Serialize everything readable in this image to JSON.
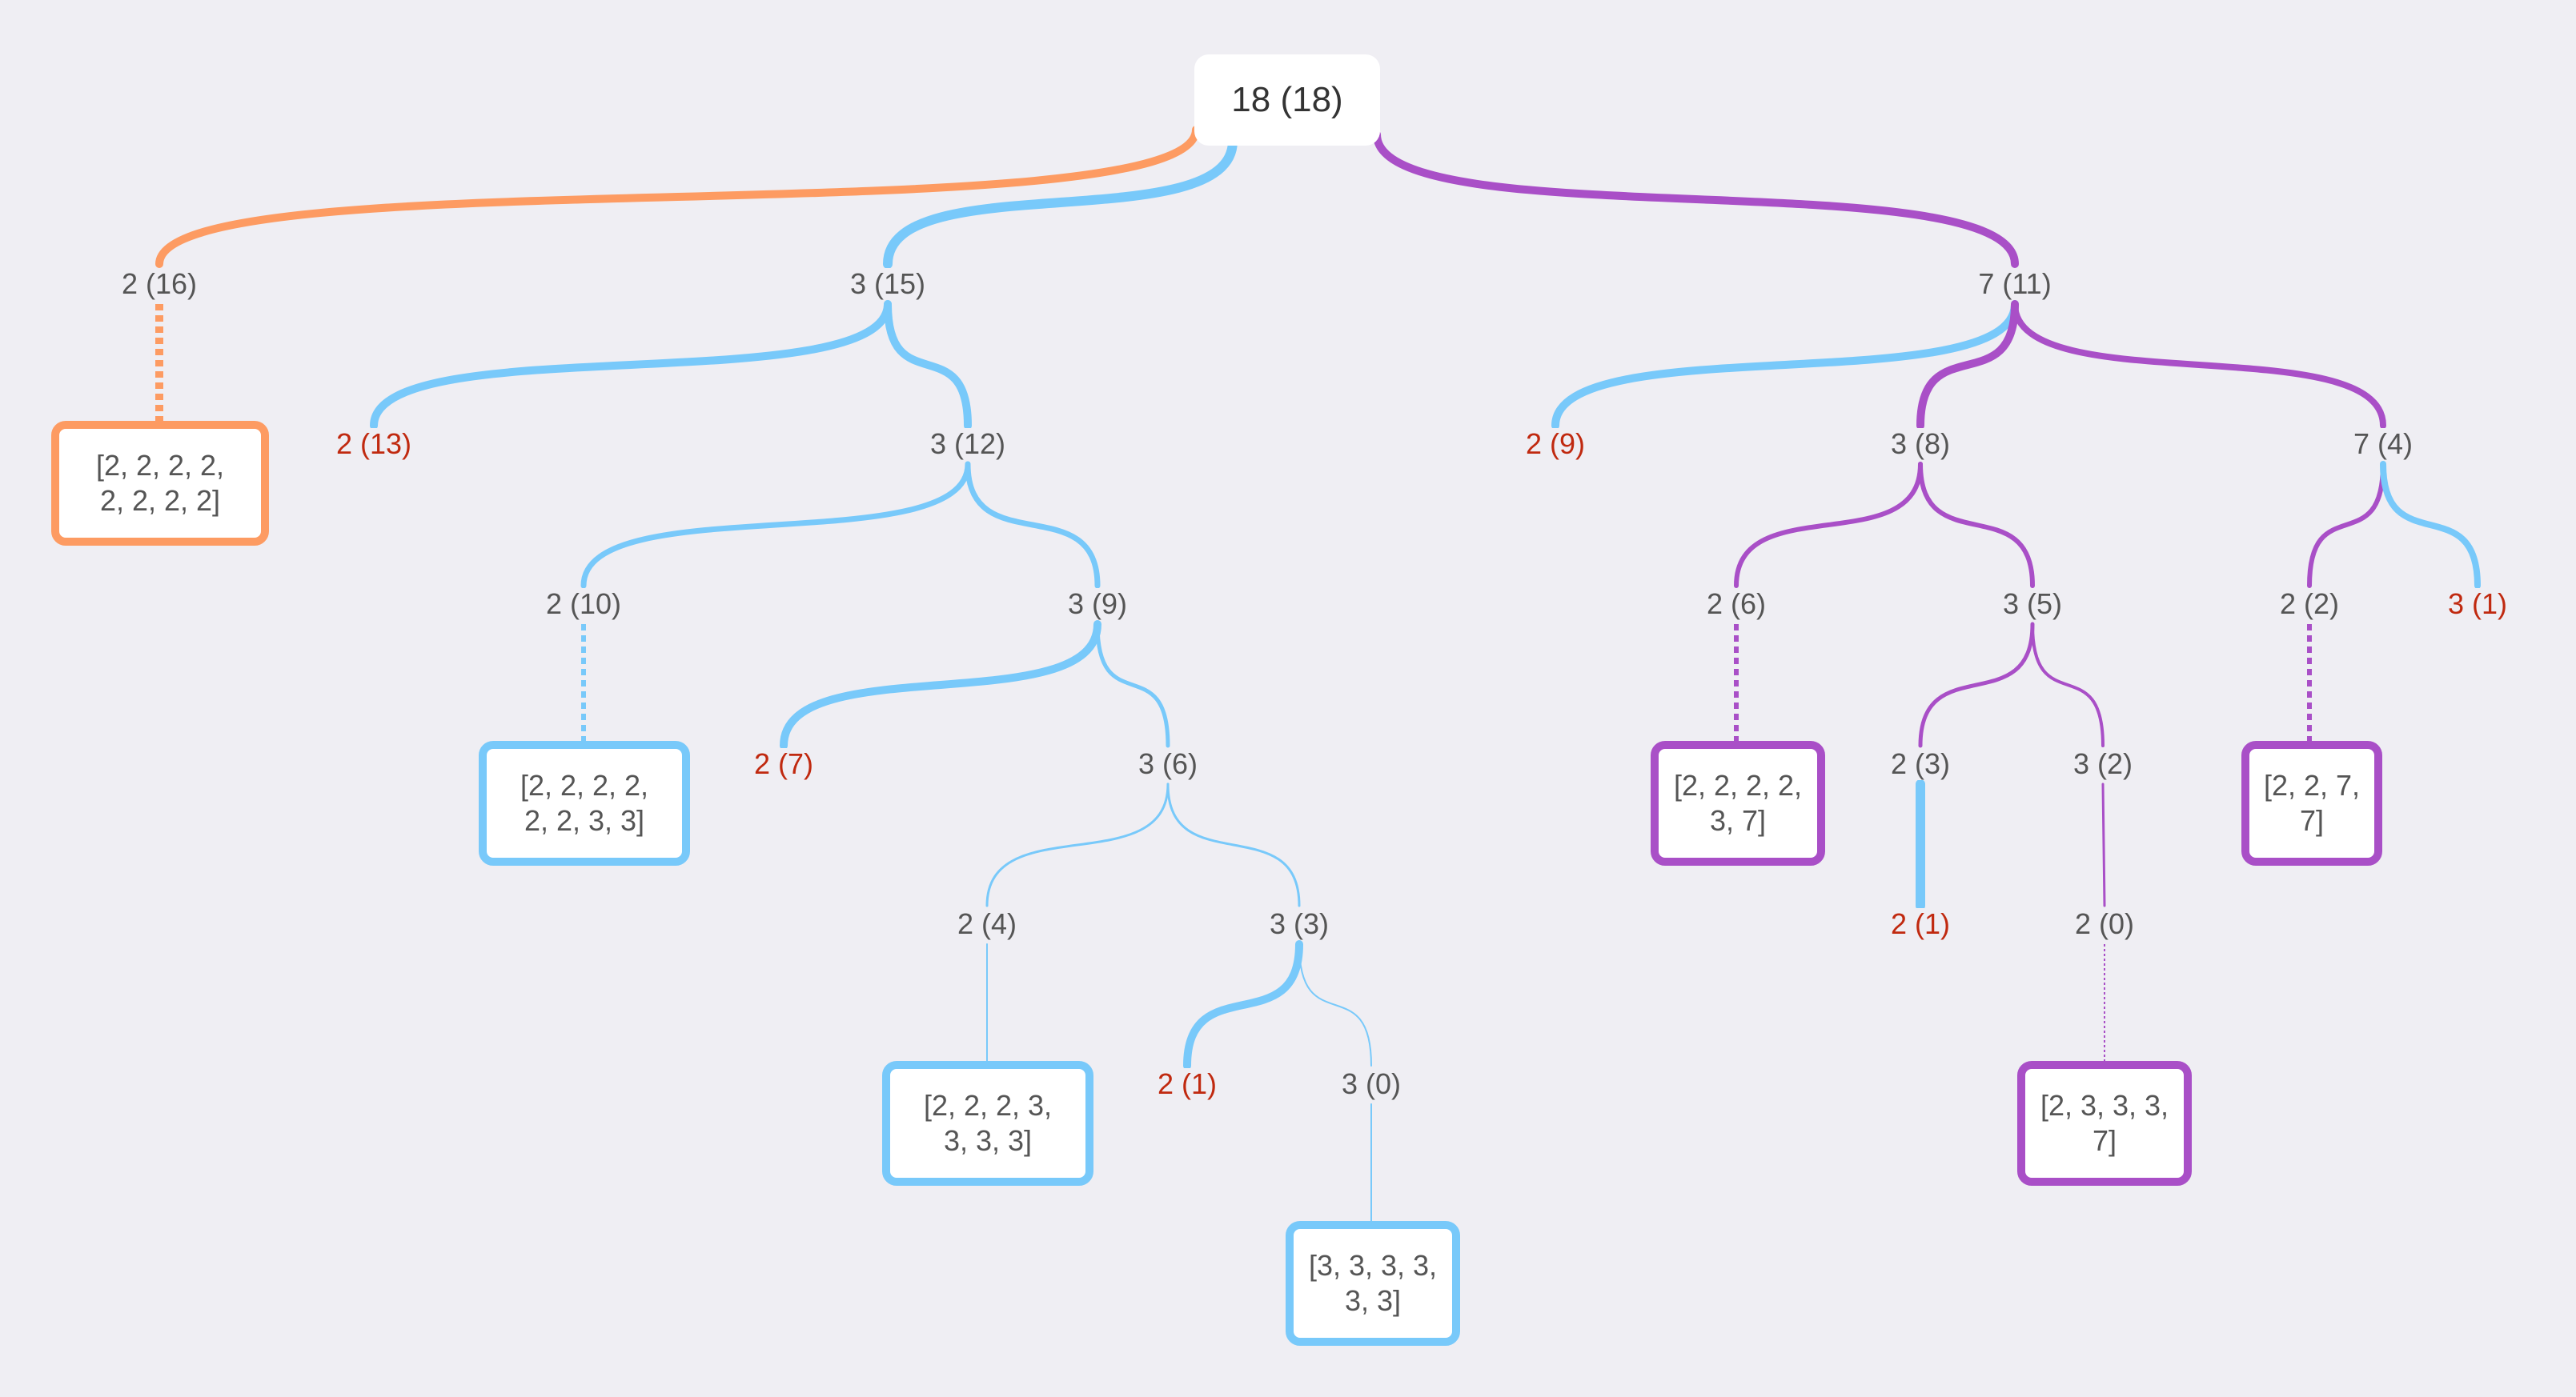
{
  "colors": {
    "background": "#efeef3",
    "orange": "#fd9b62",
    "blue": "#78c9fa",
    "purple": "#a94fc7",
    "dead_end_text": "#c0290f"
  },
  "root": {
    "label": "18 (18)"
  },
  "nodes": {
    "n2_16": "2 (16)",
    "n3_15": "3 (15)",
    "n7_11": "7 (11)",
    "n2_13": "2 (13)",
    "n3_12": "3 (12)",
    "n2_9": "2 (9)",
    "n3_8": "3 (8)",
    "n7_4": "7 (4)",
    "n2_10": "2 (10)",
    "n3_9": "3 (9)",
    "n2_6": "2 (6)",
    "n3_5": "3 (5)",
    "n2_2": "2 (2)",
    "n3_1": "3 (1)",
    "n2_7": "2 (7)",
    "n3_6": "3 (6)",
    "n2_3": "2 (3)",
    "n3_2": "3 (2)",
    "n2_4": "2 (4)",
    "n3_3": "3 (3)",
    "n2_1a": "2 (1)",
    "n2_0": "2 (0)",
    "n2_1b": "2 (1)",
    "n3_0": "3 (0)"
  },
  "leaves": {
    "leaf1": "[2, 2, 2, 2, 2, 2, 2, 2]",
    "leaf2": "[2, 2, 2, 2, 2, 2, 3, 3]",
    "leaf3": "[2, 2, 2, 3, 3, 3, 3]",
    "leaf4": "[3, 3, 3, 3, 3, 3]",
    "leaf5": "[2, 2, 2, 2, 3, 7]",
    "leaf6": "[2, 3, 3, 3, 7]",
    "leaf7": "[2, 2, 7, 7]"
  }
}
